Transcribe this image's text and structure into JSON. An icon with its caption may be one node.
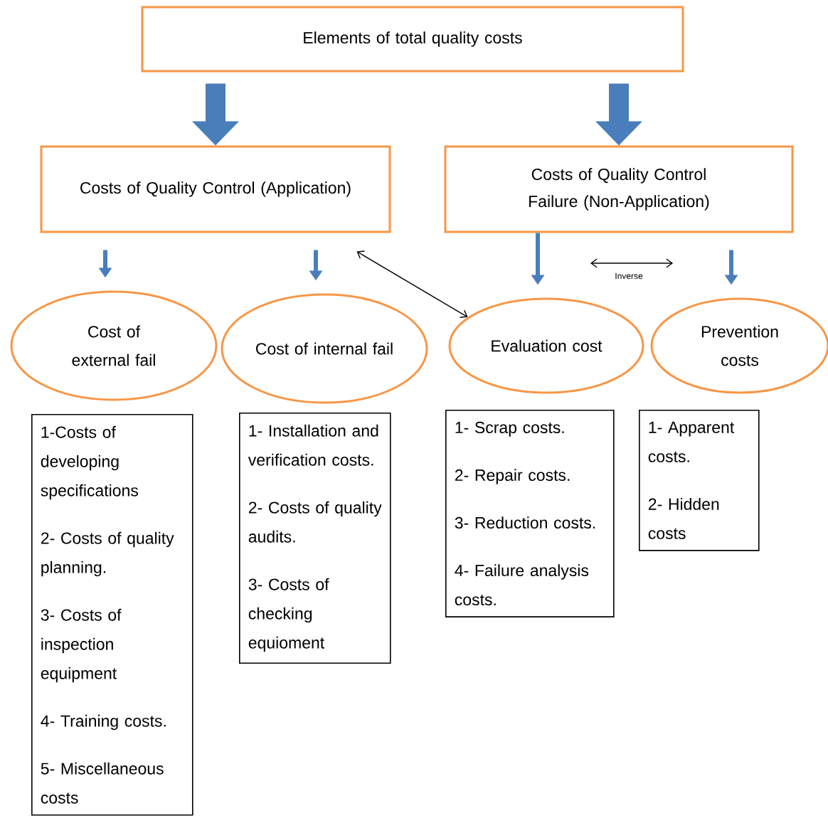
{
  "diagram": {
    "nodes": [
      {
        "text": [
          "Elements of total quality costs"
        ]
      },
      {
        "text": [
          "Costs of Quality Control (Application)"
        ]
      },
      {
        "text": [
          "Costs of Quality Control Failure (Non-Application)"
        ]
      },
      {
        "text": [
          "Cost of external fail"
        ]
      },
      {
        "text": [
          "Cost of internal fail"
        ]
      },
      {
        "text": [
          "Evaluation cost"
        ]
      },
      {
        "text": [
          "Prevention costs"
        ]
      },
      {
        "text": [
          "1-Costs of developing specifications",
          "2- Costs of quality planning.",
          "3- Costs of inspection equipment",
          "4- Training costs.",
          "5- Miscellaneous costs"
        ]
      },
      {
        "text": [
          "1- Installation and verification costs.",
          "2- Costs of quality audits.",
          "3- Costs of checking equioment"
        ]
      },
      {
        "text": [
          "1- Scrap costs.",
          "2- Repair costs.",
          "3- Reduction costs.",
          "4- Failure analysis costs."
        ]
      },
      {
        "text": [
          "1- Apparent costs.",
          "2- Hidden costs"
        ]
      }
    ],
    "edges": [
      {
        "from": 0,
        "to": 1,
        "arrow": "to",
        "style": "thick"
      },
      {
        "from": 0,
        "to": 2,
        "arrow": "to",
        "style": "thick"
      },
      {
        "from": 1,
        "to": 3,
        "arrow": "to"
      },
      {
        "from": 1,
        "to": 4,
        "arrow": "to"
      },
      {
        "from": 2,
        "to": 5,
        "arrow": "to"
      },
      {
        "from": 2,
        "to": 6,
        "arrow": "to"
      },
      {
        "from": 1,
        "to": 5,
        "arrow": "both",
        "color": "#000000"
      }
    ],
    "labels": [
      "Inverse"
    ]
  }
}
